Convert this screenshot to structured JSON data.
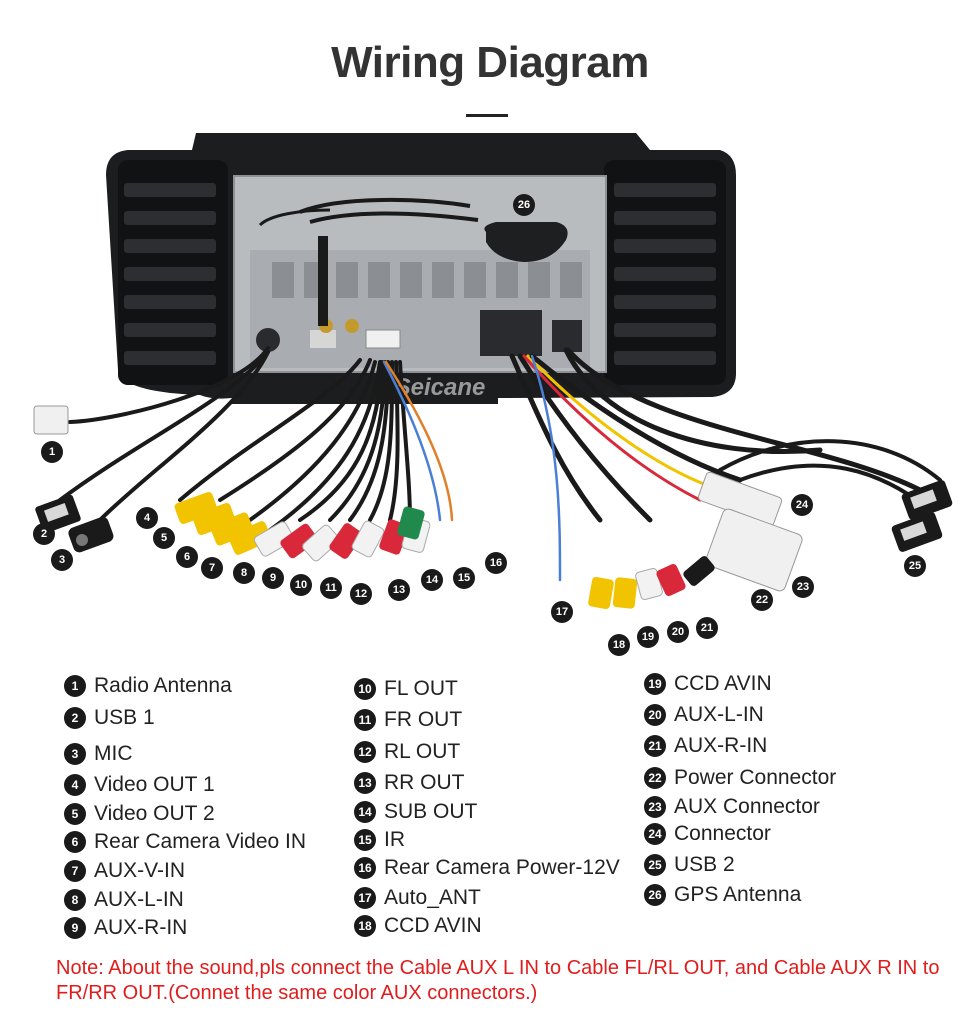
{
  "title": "Wiring Diagram",
  "watermark": "Seicane",
  "callouts": [
    "1",
    "2",
    "3",
    "4",
    "5",
    "6",
    "7",
    "8",
    "9",
    "10",
    "11",
    "12",
    "13",
    "14",
    "15",
    "16",
    "17",
    "18",
    "19",
    "20",
    "21",
    "22",
    "23",
    "24",
    "25",
    "26"
  ],
  "legend": [
    {
      "num": "1",
      "label": "Radio Antenna"
    },
    {
      "num": "2",
      "label": "USB 1"
    },
    {
      "num": "3",
      "label": "MIC"
    },
    {
      "num": "4",
      "label": "Video OUT 1"
    },
    {
      "num": "5",
      "label": "Video OUT 2"
    },
    {
      "num": "6",
      "label": "Rear Camera Video IN"
    },
    {
      "num": "7",
      "label": "AUX-V-IN"
    },
    {
      "num": "8",
      "label": "AUX-L-IN"
    },
    {
      "num": "9",
      "label": "AUX-R-IN"
    },
    {
      "num": "10",
      "label": "FL OUT"
    },
    {
      "num": "11",
      "label": "FR OUT"
    },
    {
      "num": "12",
      "label": "RL OUT"
    },
    {
      "num": "13",
      "label": "RR OUT"
    },
    {
      "num": "14",
      "label": "SUB OUT"
    },
    {
      "num": "15",
      "label": "IR"
    },
    {
      "num": "16",
      "label": "Rear Camera Power-12V"
    },
    {
      "num": "17",
      "label": "Auto_ANT"
    },
    {
      "num": "18",
      "label": "CCD AVIN"
    },
    {
      "num": "19",
      "label": "CCD AVIN"
    },
    {
      "num": "20",
      "label": "AUX-L-IN"
    },
    {
      "num": "21",
      "label": "AUX-R-IN"
    },
    {
      "num": "22",
      "label": "Power Connector"
    },
    {
      "num": "23",
      "label": "AUX Connector"
    },
    {
      "num": "24",
      "label": "Connector"
    },
    {
      "num": "25",
      "label": "USB 2"
    },
    {
      "num": "26",
      "label": "GPS Antenna"
    }
  ],
  "note": "Note: About the sound,pls connect the Cable AUX L IN to Cable FL/RL OUT, and Cable AUX R IN to  FR/RR OUT.(Connet the same color AUX connectors.)",
  "colors": {
    "title": "#333333",
    "note": "#e01c1c",
    "callout_fill": "#1a1a1a",
    "rca_yellow": "#f2c400",
    "rca_red": "#d8283a",
    "rca_white": "#f2f2f2",
    "rca_green": "#1f8a4c",
    "chassis": "#b9bcbf"
  }
}
